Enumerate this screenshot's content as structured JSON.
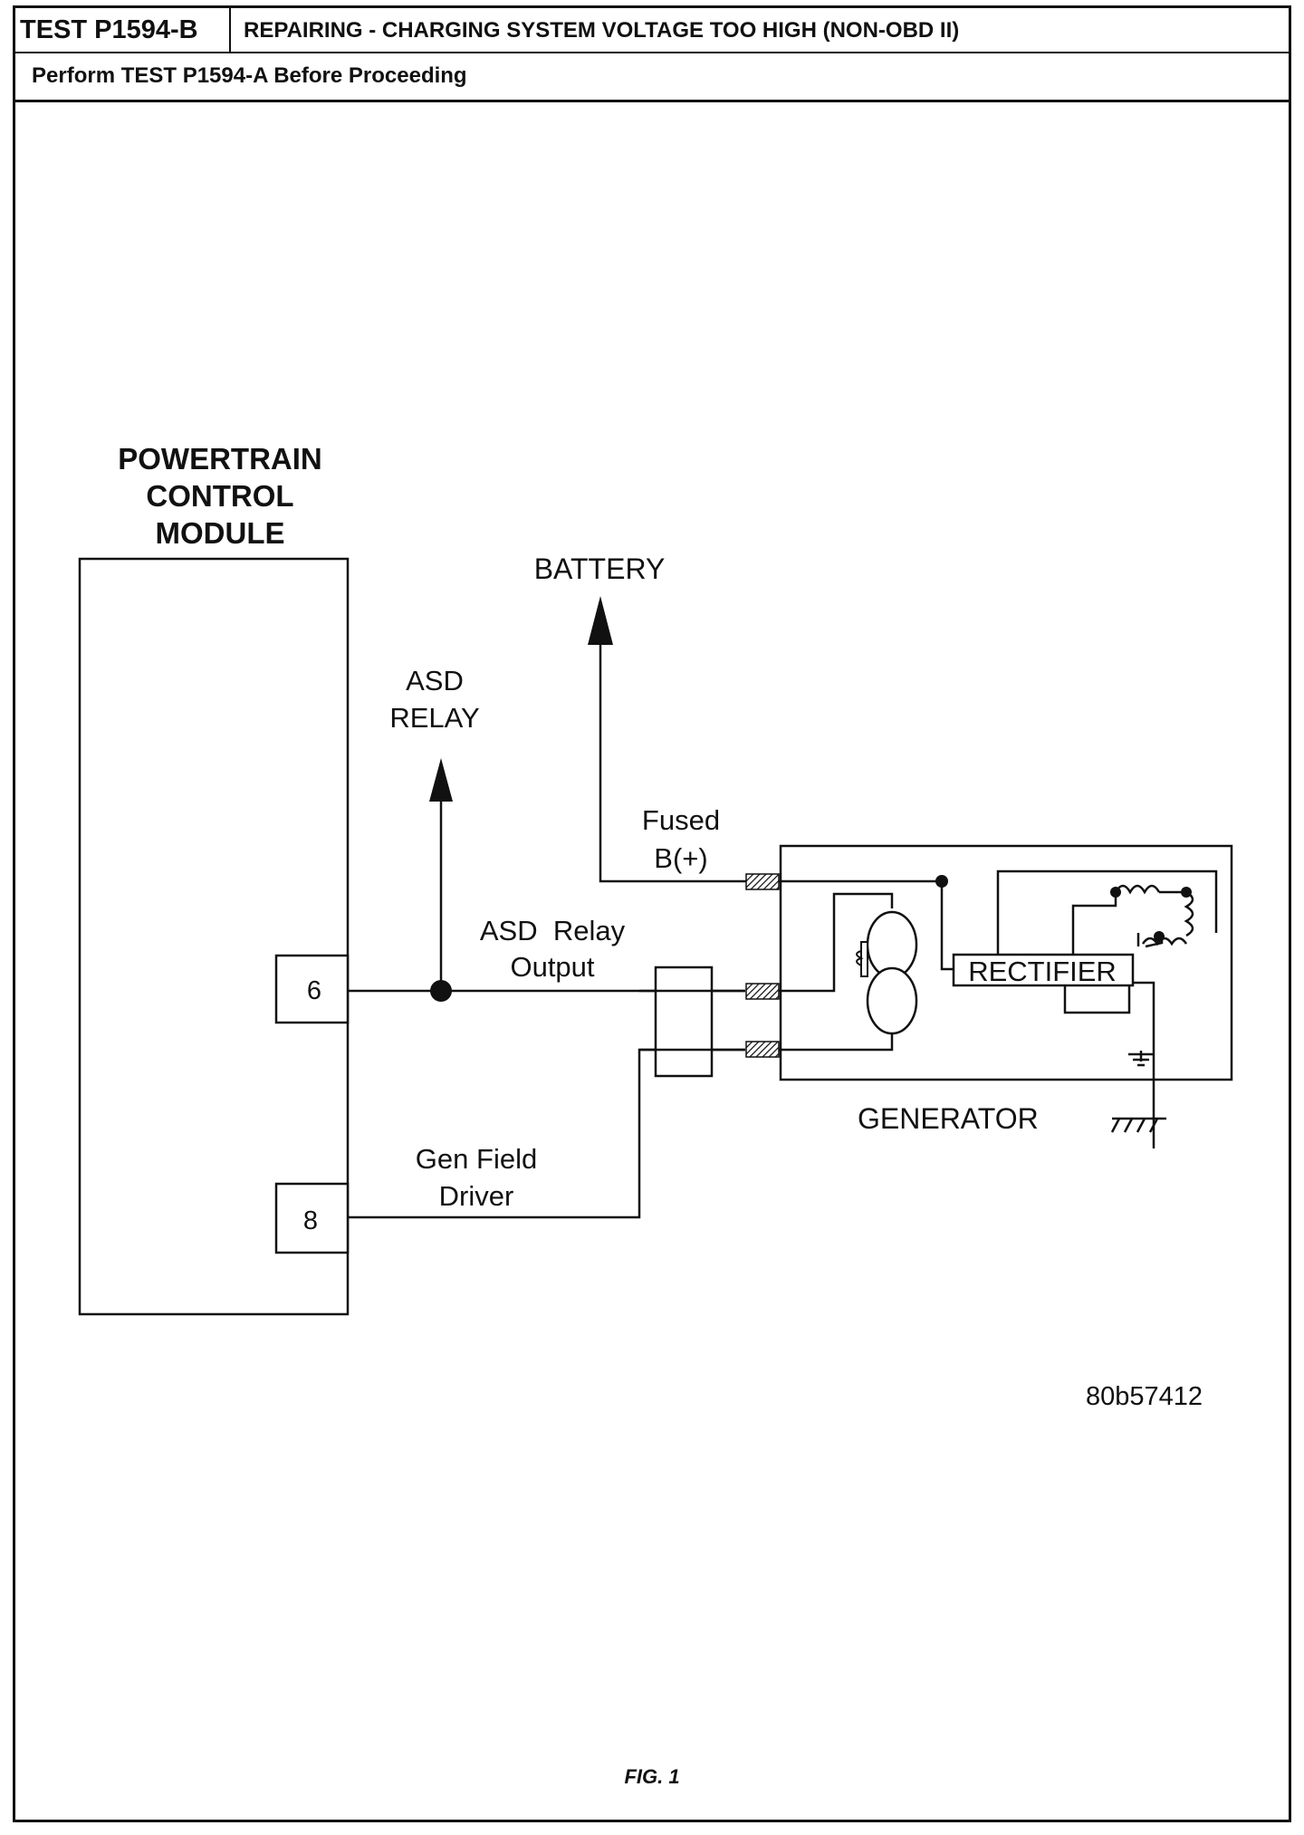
{
  "header": {
    "test_id": "TEST P1594-B",
    "title": "REPAIRING - CHARGING SYSTEM VOLTAGE TOO HIGH (NON-OBD II)",
    "prerequisite": "Perform TEST P1594-A Before Proceeding"
  },
  "diagram": {
    "module_title": [
      "POWERTRAIN",
      "CONTROL",
      "MODULE"
    ],
    "pins": [
      {
        "number": "6",
        "circuit": [
          "ASD  Relay",
          "Output"
        ]
      },
      {
        "number": "8",
        "circuit": [
          "Gen Field",
          "Driver"
        ]
      }
    ],
    "asd_relay_label": [
      "ASD",
      "RELAY"
    ],
    "battery_label": "BATTERY",
    "fused_label": [
      "Fused",
      "B(+)"
    ],
    "rectifier_label": "RECTIFIER",
    "generator_label": "GENERATOR",
    "image_code": "80b57412"
  },
  "figure_caption": "FIG. 1"
}
